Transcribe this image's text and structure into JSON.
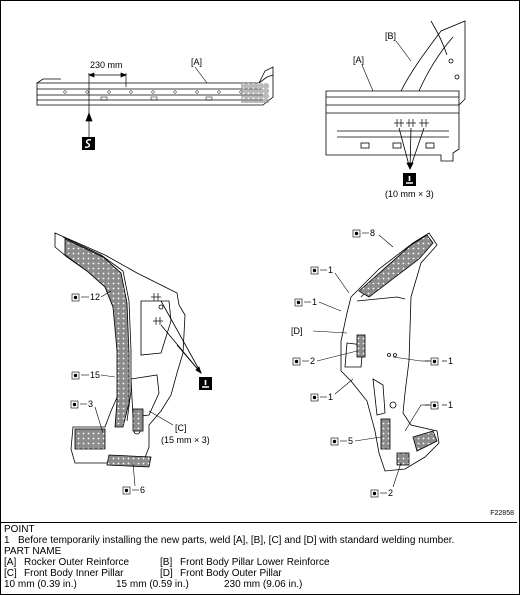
{
  "figure_id": "F22858",
  "callouts": {
    "a_top": "[A]",
    "b_top_right": "[B]",
    "a_top_right": "[A]",
    "c_main": "[C]",
    "d_main": "[D]"
  },
  "dimension": "230 mm",
  "weld_spec_right": "(10 mm × 3)",
  "weld_spec_left": "(15 mm × 3)",
  "weld_counts": {
    "s1": "12",
    "s2": "15",
    "s3": "3",
    "s4": "6",
    "s5": "8",
    "s6": "1",
    "s7": "1",
    "s8": "2",
    "s9": "1",
    "s10": "1",
    "s11": "1",
    "s12": "5",
    "s13": "2"
  },
  "point": {
    "heading": "POINT",
    "num": "1",
    "text": "Before temporarily installing the new parts, weld [A], [B], [C] and [D] with standard welding number."
  },
  "parts": {
    "heading": "PART NAME",
    "rows": [
      [
        {
          "code": "[A]",
          "name": "Rocker Outer Reinforce"
        },
        {
          "code": "[B]",
          "name": "Front Body Pillar Lower Reinforce"
        }
      ],
      [
        {
          "code": "[C]",
          "name": "Front Body Inner Pillar"
        },
        {
          "code": "[D]",
          "name": "Front Body Outer Pillar"
        }
      ]
    ]
  },
  "widths": [
    "10 mm (0.39 in.)",
    "15 mm (0.59 in.)",
    "230 mm (9.06 in.)"
  ]
}
